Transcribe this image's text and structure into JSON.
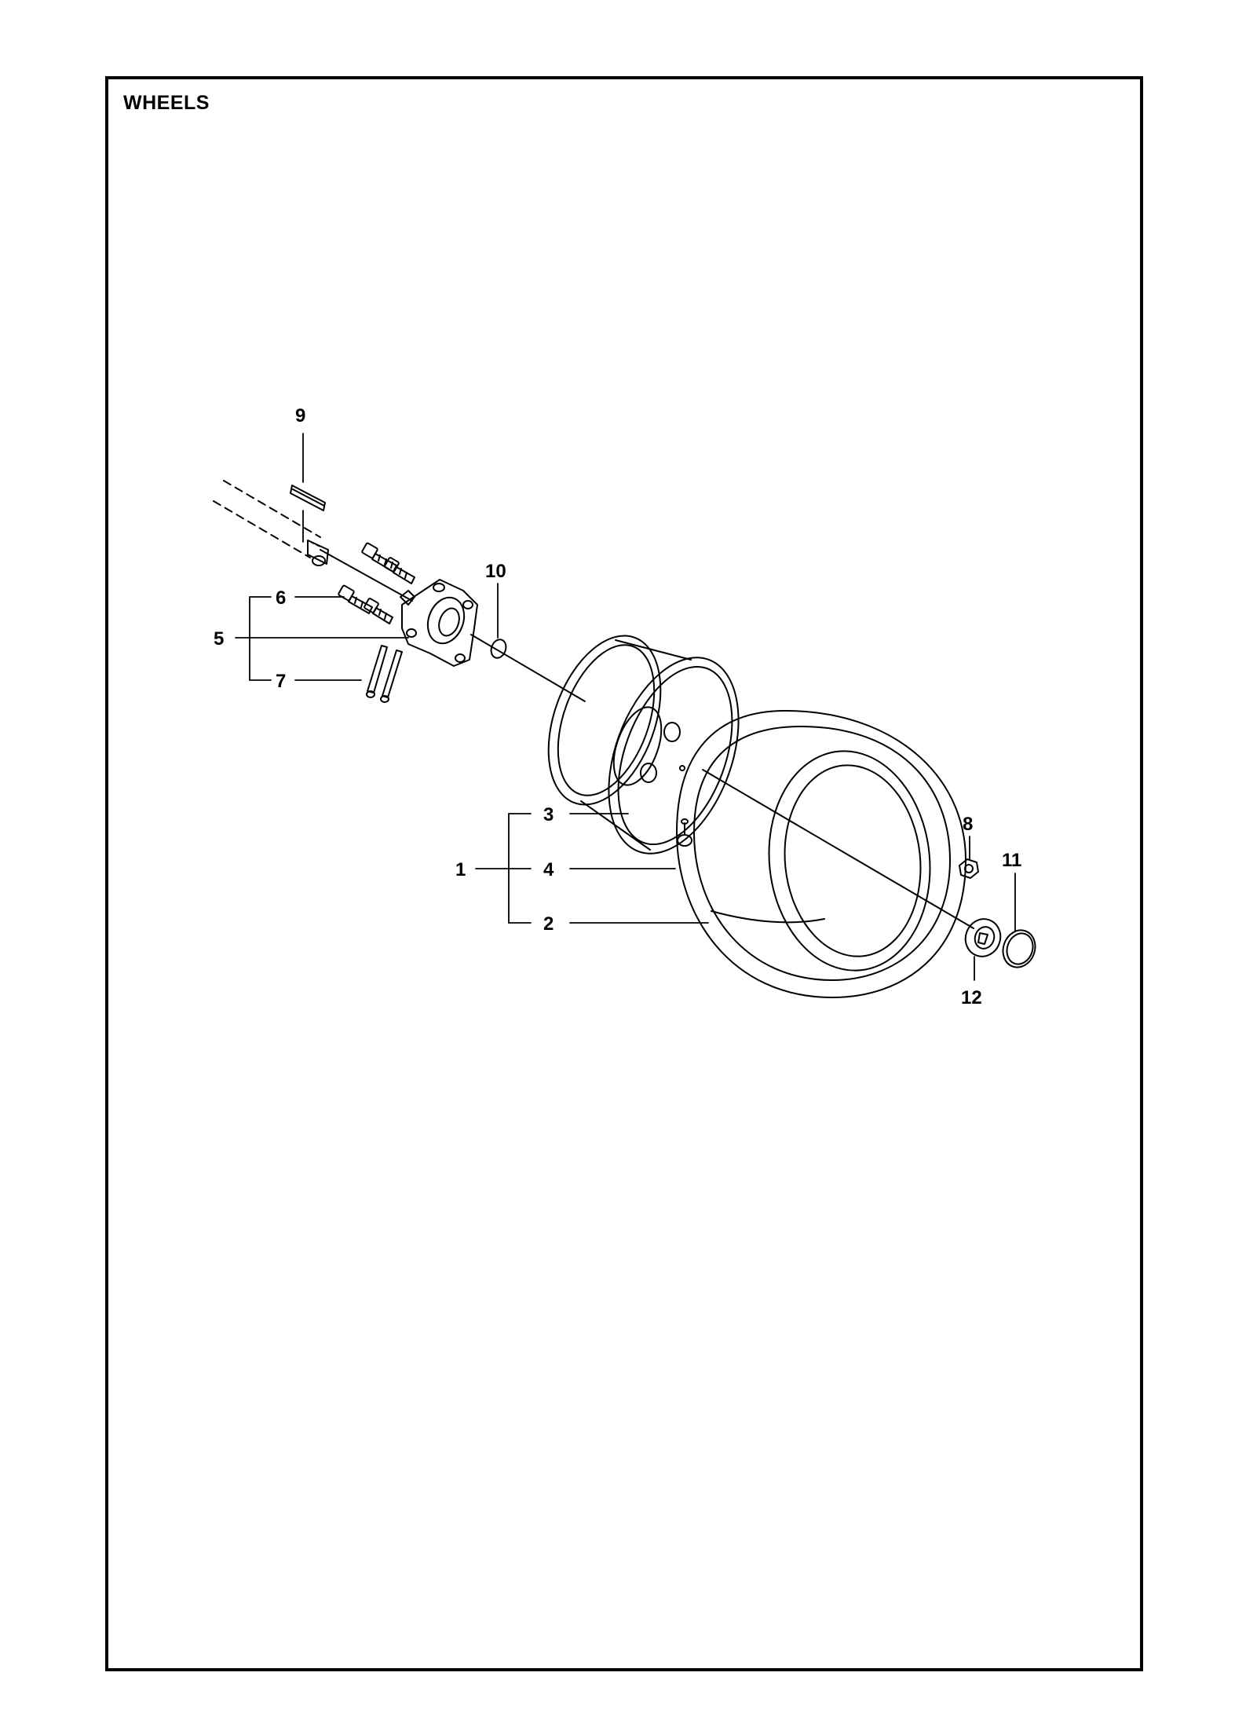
{
  "title": "WHEELS",
  "callouts": [
    {
      "id": "c1",
      "label": "1"
    },
    {
      "id": "c2",
      "label": "2"
    },
    {
      "id": "c3",
      "label": "3"
    },
    {
      "id": "c4",
      "label": "4"
    },
    {
      "id": "c5",
      "label": "5"
    },
    {
      "id": "c6",
      "label": "6"
    },
    {
      "id": "c7",
      "label": "7"
    },
    {
      "id": "c8",
      "label": "8"
    },
    {
      "id": "c9",
      "label": "9"
    },
    {
      "id": "c10",
      "label": "10"
    },
    {
      "id": "c11",
      "label": "11"
    },
    {
      "id": "c12",
      "label": "12"
    }
  ],
  "colors": {
    "line": "#000000",
    "background": "#ffffff"
  }
}
